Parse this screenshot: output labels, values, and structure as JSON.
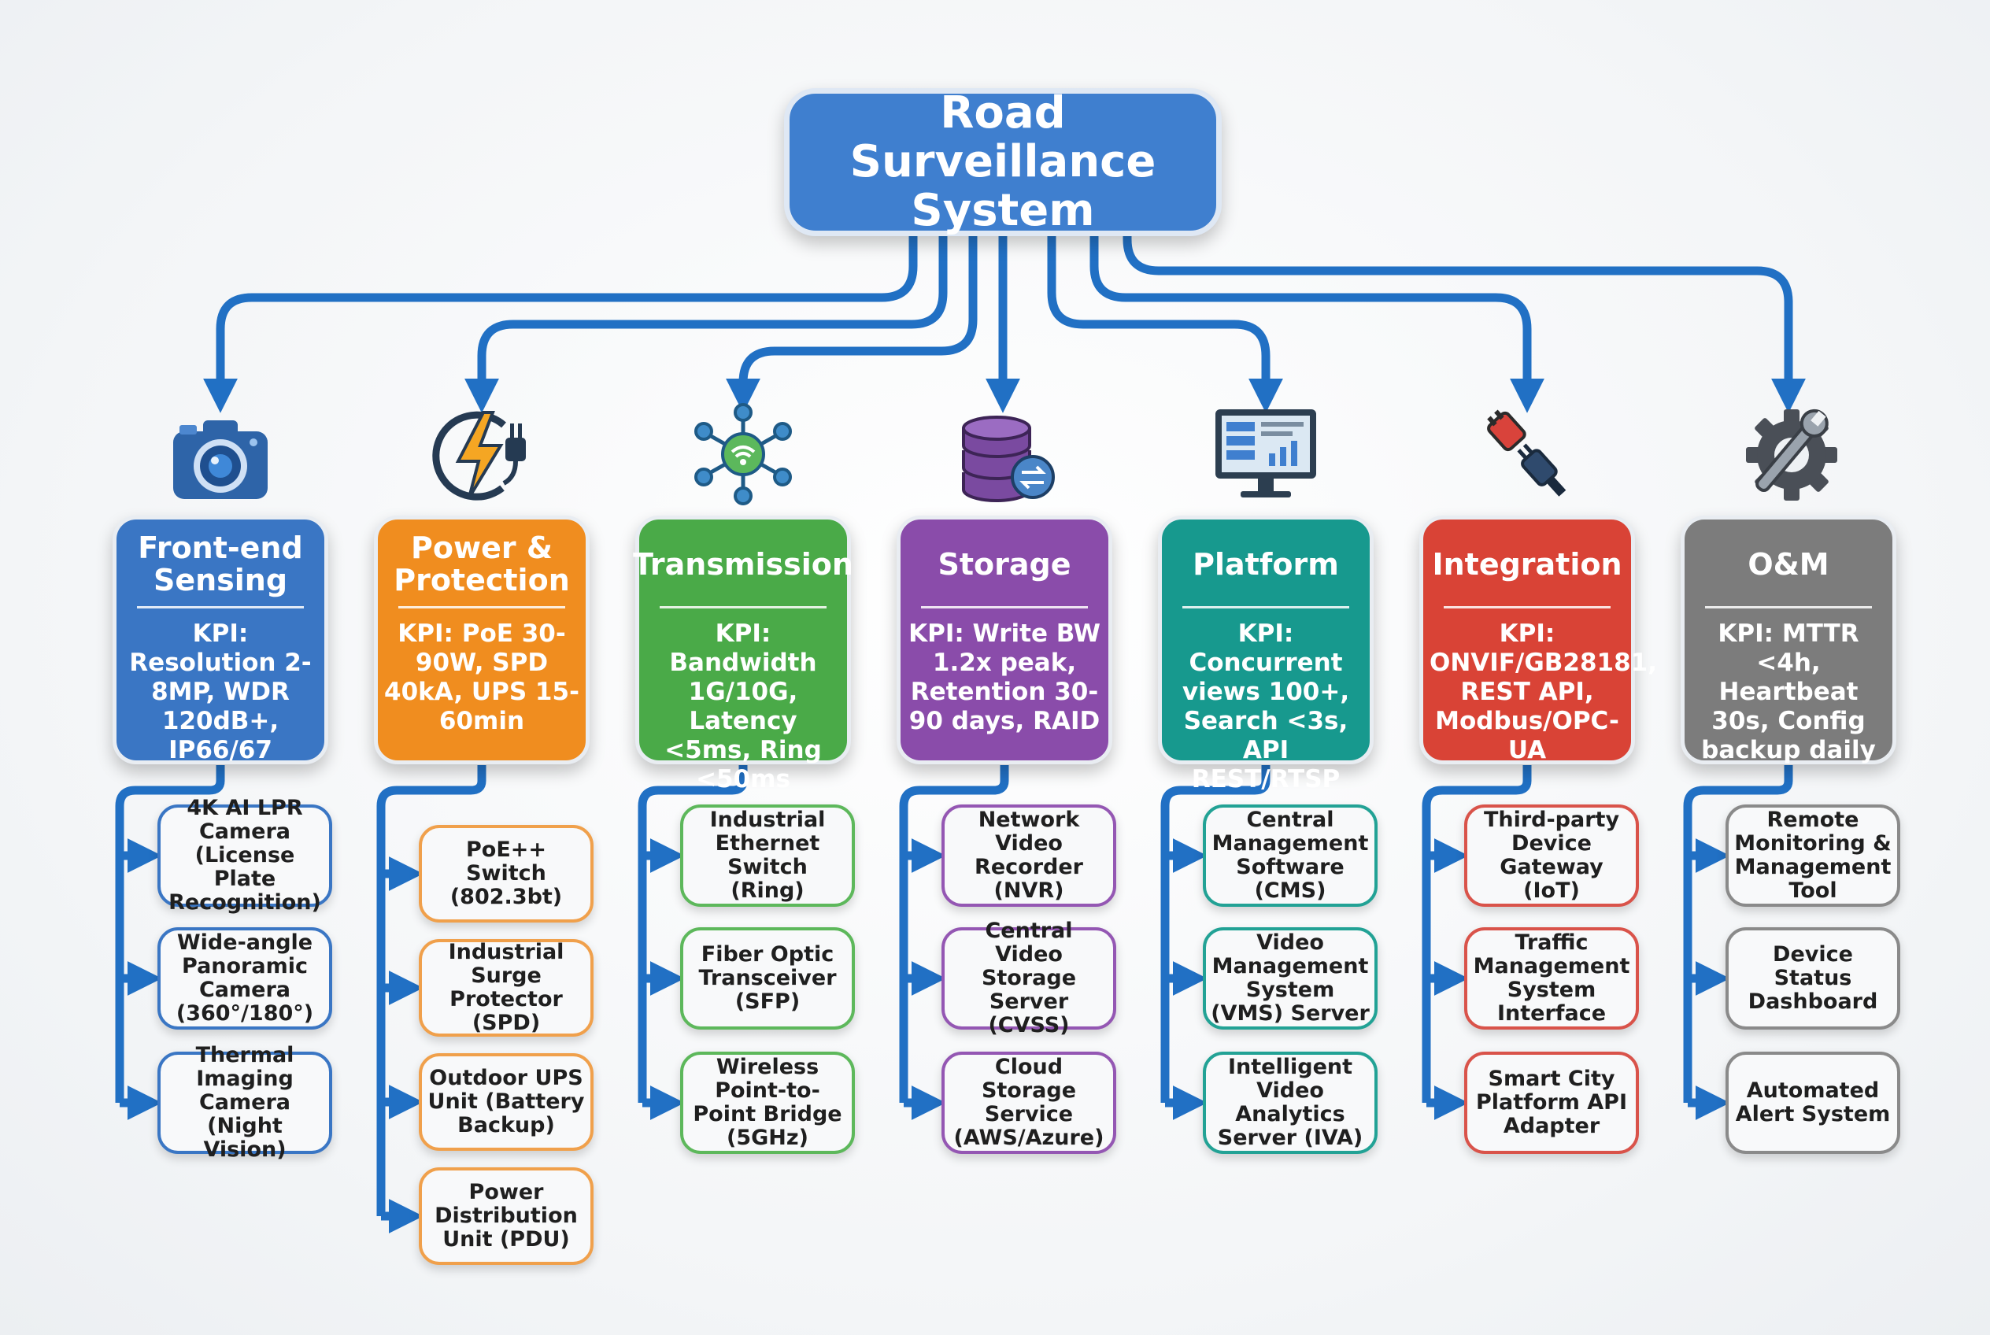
{
  "root": {
    "title": "Road Surveillance System"
  },
  "categories": [
    {
      "id": "frontend",
      "icon": "camera-icon",
      "color": "#3a76c4",
      "border": "#3a76c4",
      "title": "Front-end Sensing",
      "kpi": "KPI: Resolution 2-8MP, WDR 120dB+, IP66/67",
      "items": [
        "4K AI LPR Camera (License Plate Recognition)",
        "Wide-angle Panoramic Camera (360°/180°)",
        "Thermal Imaging Camera (Night Vision)"
      ]
    },
    {
      "id": "power",
      "icon": "power-plug-icon",
      "color": "#f08d1f",
      "border": "#f0a04b",
      "title": "Power & Protection",
      "kpi": "KPI: PoE 30-90W, SPD 40kA, UPS 15-60min",
      "items": [
        "PoE++ Switch (802.3bt)",
        "Industrial Surge Protector (SPD)",
        "Outdoor UPS Unit (Battery Backup)",
        "Power Distribution Unit (PDU)"
      ]
    },
    {
      "id": "transmission",
      "icon": "network-hub-icon",
      "color": "#4aaa48",
      "border": "#5db85b",
      "title": "Transmission",
      "kpi": "KPI: Bandwidth 1G/10G, Latency <5ms, Ring <50ms",
      "items": [
        "Industrial Ethernet Switch (Ring)",
        "Fiber Optic Transceiver (SFP)",
        "Wireless Point-to-Point Bridge (5GHz)"
      ]
    },
    {
      "id": "storage",
      "icon": "database-sync-icon",
      "color": "#8a4caa",
      "border": "#9457b3",
      "title": "Storage",
      "kpi": "KPI: Write BW 1.2x peak, Retention 30-90 days, RAID",
      "items": [
        "Network Video Recorder (NVR)",
        "Central Video Storage Server (CVSS)",
        "Cloud Storage Service (AWS/Azure)"
      ]
    },
    {
      "id": "platform",
      "icon": "monitor-dashboard-icon",
      "color": "#17998e",
      "border": "#22a295",
      "title": "Platform",
      "kpi": "KPI: Concurrent views 100+, Search <3s, API REST/RTSP",
      "items": [
        "Central Management Software (CMS)",
        "Video Management System (VMS) Server",
        "Intelligent Video Analytics Server (IVA)"
      ]
    },
    {
      "id": "integration",
      "icon": "connector-plug-icon",
      "color": "#d94336",
      "border": "#d9534a",
      "title": "Integration",
      "kpi": "KPI: ONVIF/GB28181, REST API, Modbus/OPC-UA",
      "items": [
        "Third-party Device Gateway (IoT)",
        "Traffic Management System Interface",
        "Smart City Platform API Adapter"
      ]
    },
    {
      "id": "om",
      "icon": "gear-wrench-icon",
      "color": "#7c7c7c",
      "border": "#8a8a8a",
      "title": "O&M",
      "kpi": "KPI: MTTR <4h, Heartbeat 30s, Config backup daily",
      "items": [
        "Remote Monitoring & Management Tool",
        "Device Status Dashboard",
        "Automated Alert System"
      ]
    }
  ]
}
